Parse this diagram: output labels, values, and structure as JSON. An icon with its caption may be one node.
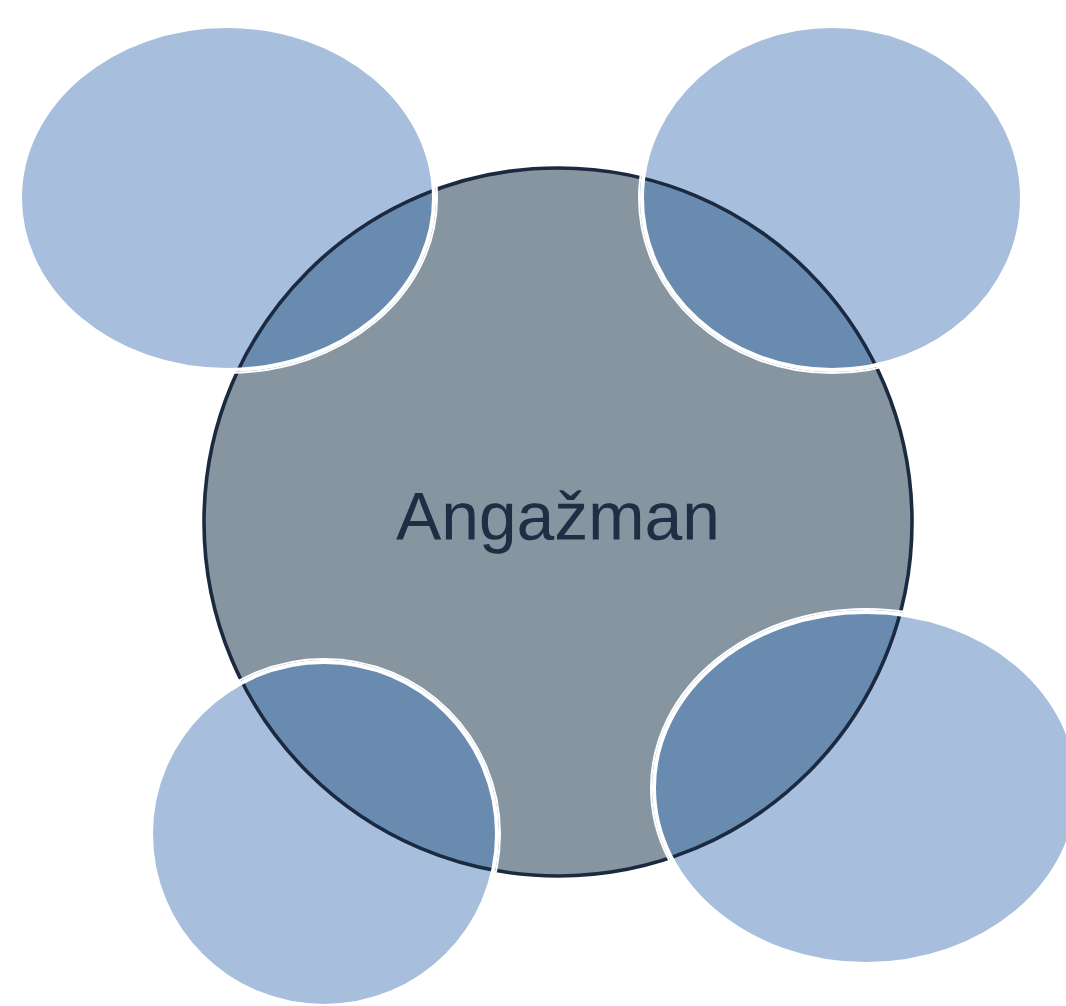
{
  "diagram": {
    "nodes": [
      {
        "text": [],
        "shape": "ellipse"
      },
      {
        "text": [],
        "shape": "ellipse"
      },
      {
        "text": [
          "Angažman"
        ]
      },
      {
        "text": [],
        "shape": "ellipse"
      },
      {
        "text": [],
        "shape": "ellipse"
      }
    ]
  }
}
